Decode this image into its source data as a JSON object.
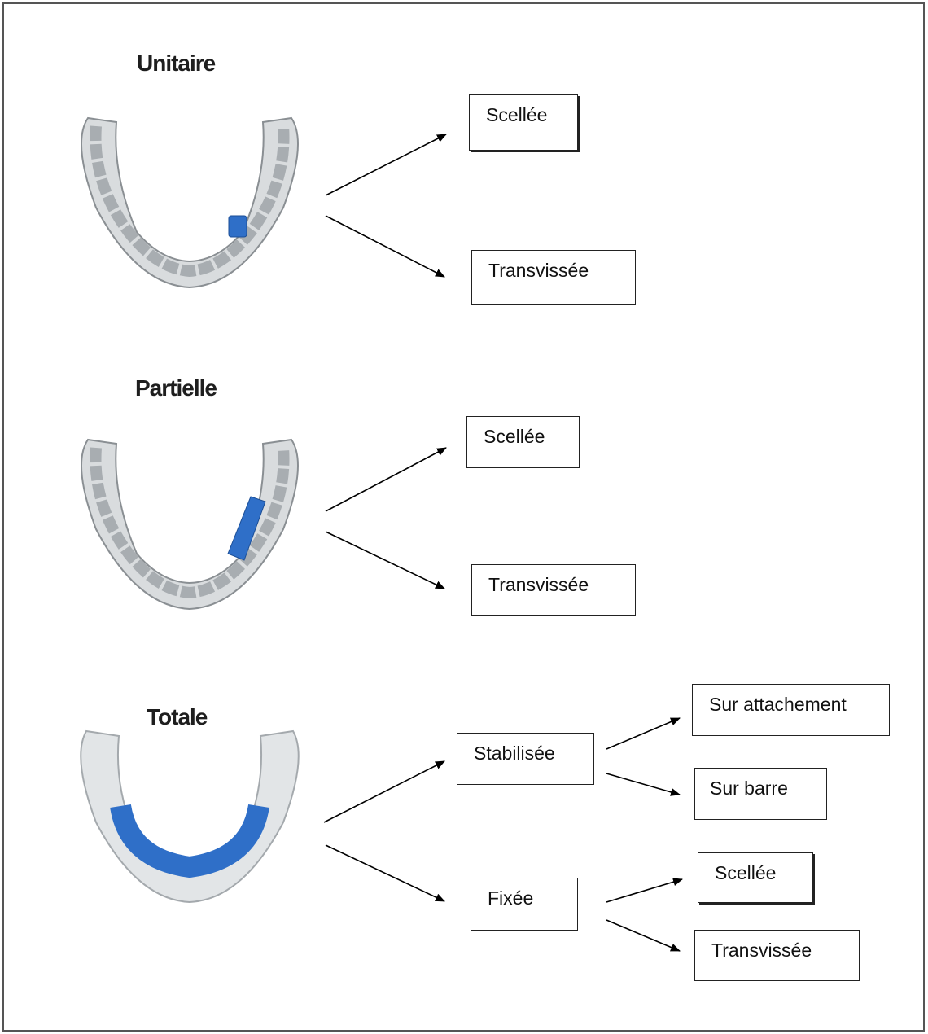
{
  "sections": [
    {
      "title": "Unitaire",
      "children": [
        {
          "label": "Scellée"
        },
        {
          "label": "Transvissée"
        }
      ]
    },
    {
      "title": "Partielle",
      "children": [
        {
          "label": "Scellée"
        },
        {
          "label": "Transvissée"
        }
      ]
    },
    {
      "title": "Totale",
      "children": [
        {
          "label": "Stabilisée",
          "children": [
            {
              "label": "Sur attachement"
            },
            {
              "label": "Sur barre"
            }
          ]
        },
        {
          "label": "Fixée",
          "children": [
            {
              "label": "Scellée"
            },
            {
              "label": "Transvissée"
            }
          ]
        }
      ]
    }
  ],
  "colors": {
    "highlight": "#2f6fc8",
    "jaw": "#cfd3d6",
    "line": "#000000"
  }
}
